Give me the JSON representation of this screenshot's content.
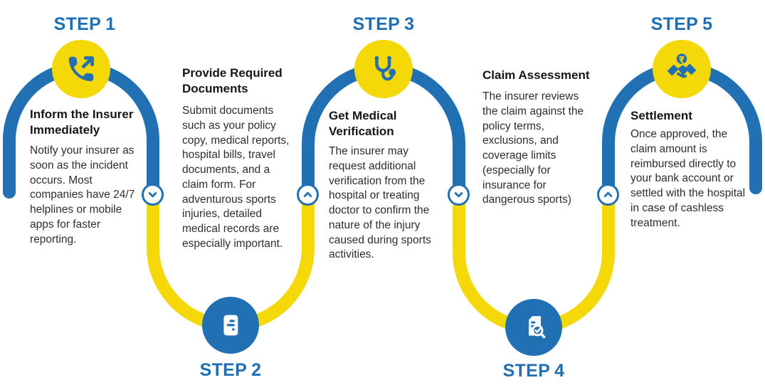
{
  "colors": {
    "path_blue": "#2170B3",
    "path_yellow": "#F5D807",
    "step_label_blue": "#1F6FB5",
    "heading_text": "#161616",
    "body_text": "#2E2E2E",
    "icon_circle_yellow": "#F5D807",
    "icon_circle_blue": "#2170B3",
    "white": "#FFFFFF"
  },
  "steps": [
    {
      "label": "STEP",
      "number": "1",
      "title": "Inform the Insurer Immediately",
      "description": "Notify your insurer as soon as the incident occurs. Most companies have 24/7 helplines or mobile apps for faster reporting.",
      "icon": "phone-outgoing-icon"
    },
    {
      "label": "STEP",
      "number": "2",
      "title": "Provide Required Documents",
      "description": "Submit documents such as your policy copy, medical reports, hospital bills, travel documents, and a claim form. For adventurous sports injuries, detailed medical records are especially important.",
      "icon": "document-icon"
    },
    {
      "label": "STEP",
      "number": "3",
      "title": "Get Medical Verification",
      "description": "The insurer may request additional verification from the hospital or treating doctor to confirm the nature of the injury caused during sports activities.",
      "icon": "stethoscope-icon"
    },
    {
      "label": "STEP",
      "number": "4",
      "title": "Claim Assessment",
      "description": "The insurer reviews the claim against the policy terms, exclusions, and coverage limits (especially for insurance for dangerous sports)",
      "icon": "document-search-icon"
    },
    {
      "label": "STEP",
      "number": "5",
      "title": "Settlement",
      "description": "Once approved, the claim amount is reimbursed directly to your bank account or settled with the hospital in case of cashless treatment.",
      "icon": "handshake-rupee-icon"
    }
  ],
  "connectors": [
    {
      "icon": "chevron-down-icon"
    },
    {
      "icon": "chevron-up-icon"
    },
    {
      "icon": "chevron-down-icon"
    },
    {
      "icon": "chevron-up-icon"
    }
  ]
}
